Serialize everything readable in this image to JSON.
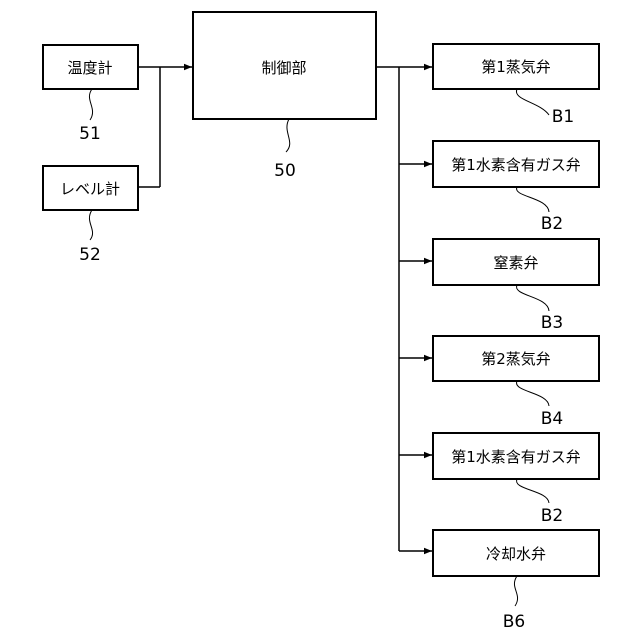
{
  "sensors": [
    {
      "label": "温度計",
      "ref": "51"
    },
    {
      "label": "レベル計",
      "ref": "52"
    }
  ],
  "controller": {
    "label": "制御部",
    "ref": "50"
  },
  "valves": [
    {
      "label": "第1蒸気弁",
      "ref": "B1"
    },
    {
      "label": "第1水素含有ガス弁",
      "ref": "B2"
    },
    {
      "label": "窒素弁",
      "ref": "B3"
    },
    {
      "label": "第2蒸気弁",
      "ref": "B4"
    },
    {
      "label": "第1水素含有ガス弁",
      "ref": "B2"
    },
    {
      "label": "冷却水弁",
      "ref": "B6"
    }
  ]
}
